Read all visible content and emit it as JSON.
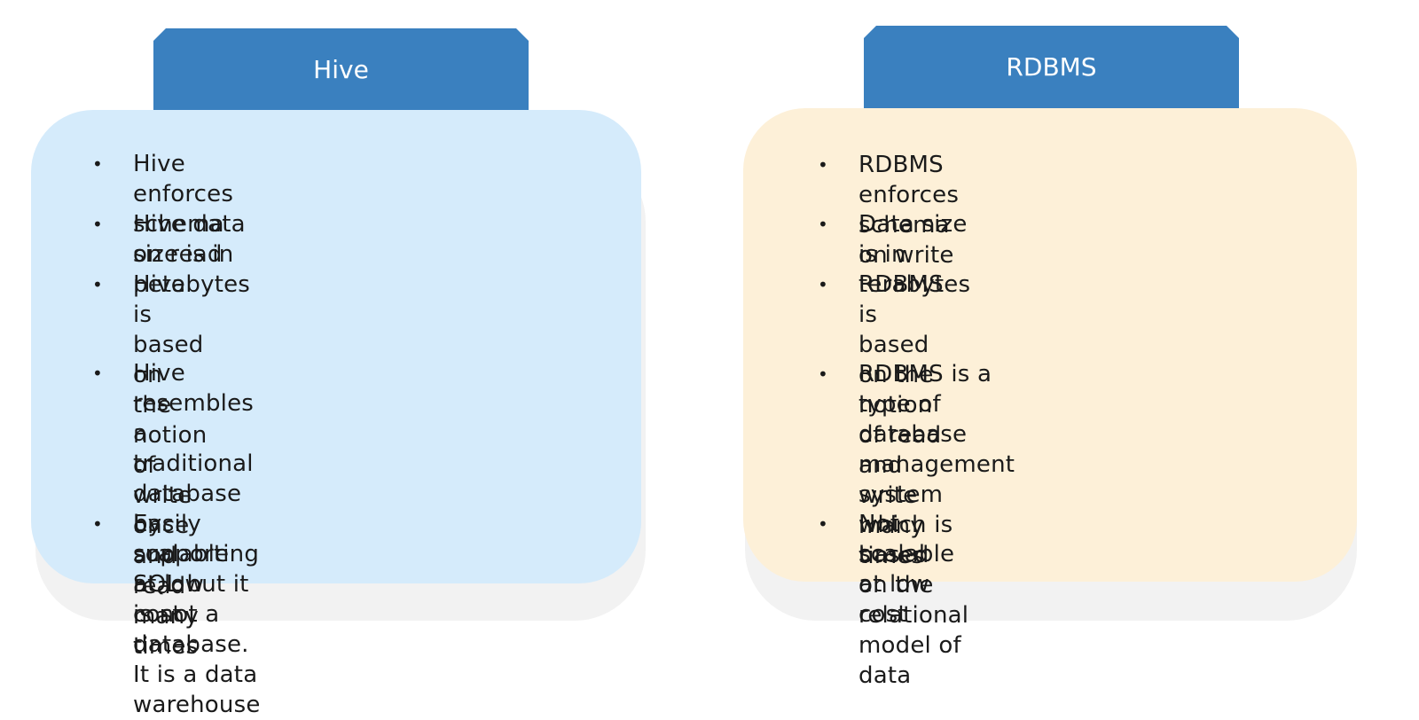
{
  "hive": {
    "title": "Hive",
    "color_header": "#3a80bf",
    "color_card": "#d5ebfb",
    "points": [
      "Hive enforces schema on read",
      "Hive data size is in petabytes",
      "Hive is based on the notion of write\nonce and read many times",
      "Hive resembles a traditional\ndatabase by supporting SQL but it\nis not a database. It is a data\nwarehouse",
      "Easily scalable at low cost"
    ]
  },
  "rdbms": {
    "title": "RDBMS",
    "color_header": "#3a80bf",
    "color_card": "#fdf0d8",
    "points": [
      "RDBMS enforces schema on write",
      "Data size is in terabytes",
      "RDBMS is based on the notion\nof read and write many times",
      "RDBMS is a type of database\nmanagement system which is based\non the relational model of data",
      "Not scalable at low cost"
    ]
  },
  "bullet_symbol": "•"
}
